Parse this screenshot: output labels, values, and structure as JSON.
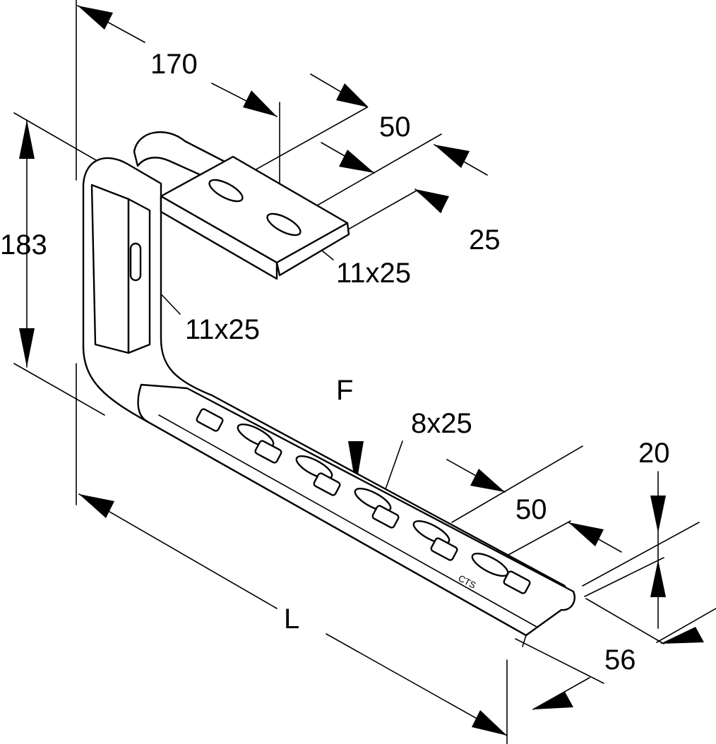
{
  "dimensions": {
    "d170": "170",
    "d50_top": "50",
    "d25": "25",
    "d183": "183",
    "slot_top": "11x25",
    "slot_side": "11x25",
    "force": "F",
    "slot_bottom": "8x25",
    "d20": "20",
    "d50_bottom": "50",
    "length": "L",
    "d56": "56"
  },
  "marking": "CTS"
}
